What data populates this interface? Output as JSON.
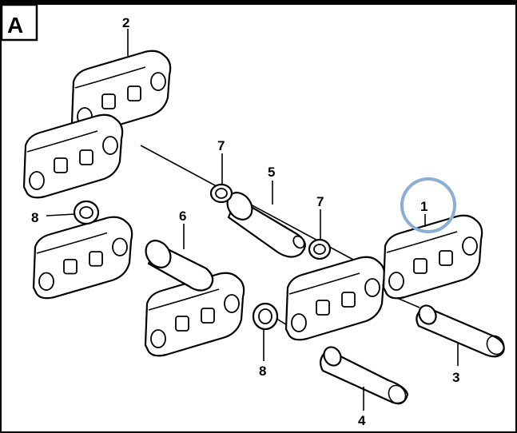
{
  "panel": {
    "label": "A"
  },
  "callouts": {
    "link_top": "2",
    "link_right": "1",
    "pin_long": "3",
    "pin_short": "4",
    "bushing_upper": "5",
    "bushing_lower": "6",
    "seal_upper_left": "7",
    "seal_upper_right": "7",
    "seal_left": "8",
    "seal_lower": "8"
  },
  "colors": {
    "line": "#000000",
    "background": "#ffffff",
    "highlight_ring": "#8aaed6"
  }
}
